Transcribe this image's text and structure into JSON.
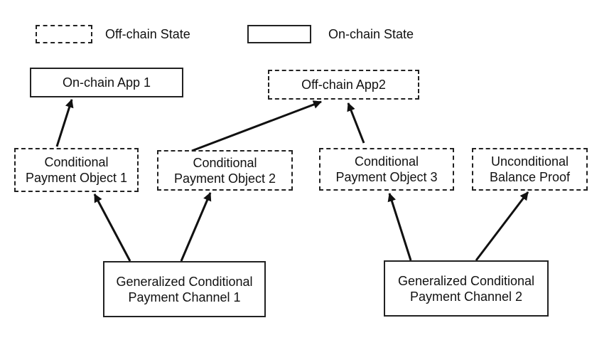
{
  "legend": {
    "offchain_label": "Off-chain State",
    "onchain_label": "On-chain State"
  },
  "nodes": {
    "onchain_app1": {
      "label": "On-chain App 1",
      "state": "on-chain"
    },
    "offchain_app2": {
      "label": "Off-chain App2",
      "state": "off-chain"
    },
    "cpo1": {
      "line1": "Conditional",
      "line2": "Payment Object 1",
      "state": "off-chain"
    },
    "cpo2": {
      "line1": "Conditional",
      "line2": "Payment Object 2",
      "state": "off-chain"
    },
    "cpo3": {
      "line1": "Conditional",
      "line2": "Payment Object 3",
      "state": "off-chain"
    },
    "ubp": {
      "line1": "Unconditional",
      "line2": "Balance Proof",
      "state": "off-chain"
    },
    "gcpc1": {
      "line1": "Generalized Conditional",
      "line2": "Payment Channel 1",
      "state": "on-chain"
    },
    "gcpc2": {
      "line1": "Generalized Conditional",
      "line2": "Payment Channel 2",
      "state": "on-chain"
    }
  },
  "edges": [
    {
      "from": "cpo1",
      "to": "onchain_app1"
    },
    {
      "from": "cpo2",
      "to": "offchain_app2"
    },
    {
      "from": "cpo3",
      "to": "offchain_app2"
    },
    {
      "from": "gcpc1",
      "to": "cpo1"
    },
    {
      "from": "gcpc1",
      "to": "cpo2"
    },
    {
      "from": "gcpc2",
      "to": "cpo3"
    },
    {
      "from": "gcpc2",
      "to": "ubp"
    }
  ]
}
